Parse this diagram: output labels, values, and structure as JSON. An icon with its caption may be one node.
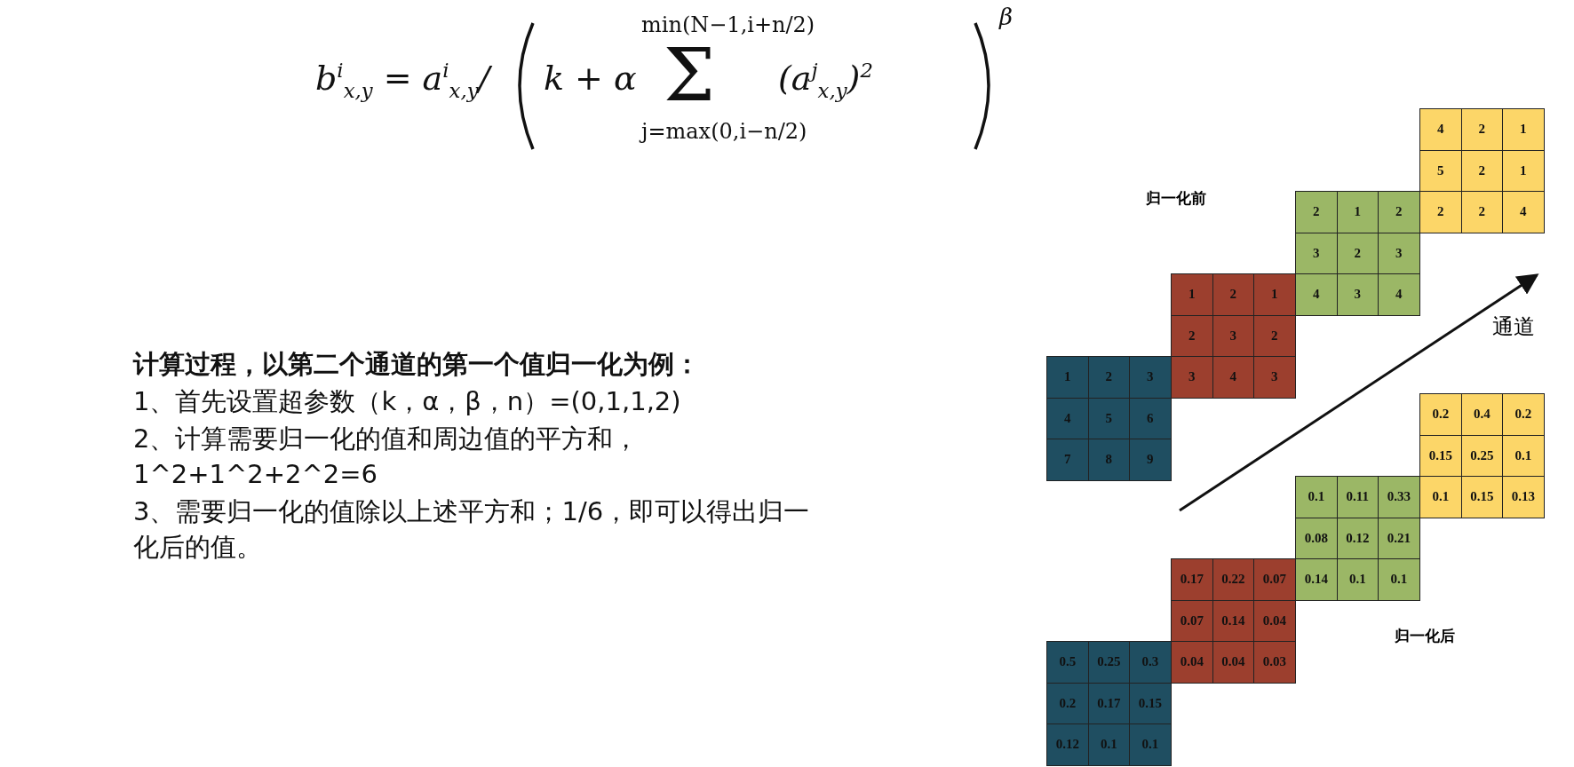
{
  "diagram": {
    "nodes": [
      {
        "text": [
          "1"
        ]
      },
      {
        "text": [
          "2"
        ]
      },
      {
        "text": [
          "3"
        ]
      },
      {
        "text": [
          "4"
        ]
      },
      {
        "text": [
          "5"
        ]
      },
      {
        "text": [
          "6"
        ]
      },
      {
        "text": [
          "7"
        ]
      },
      {
        "text": [
          "8"
        ]
      },
      {
        "text": [
          "9"
        ]
      },
      {
        "text": [
          "1"
        ]
      },
      {
        "text": [
          "2"
        ]
      },
      {
        "text": [
          "1"
        ]
      },
      {
        "text": [
          "2"
        ]
      },
      {
        "text": [
          "3"
        ]
      },
      {
        "text": [
          "2"
        ]
      },
      {
        "text": [
          "3"
        ]
      },
      {
        "text": [
          "4"
        ]
      },
      {
        "text": [
          "3"
        ]
      },
      {
        "text": [
          "2"
        ]
      },
      {
        "text": [
          "1"
        ]
      },
      {
        "text": [
          "2"
        ]
      },
      {
        "text": [
          "3"
        ]
      },
      {
        "text": [
          "2"
        ]
      },
      {
        "text": [
          "3"
        ]
      },
      {
        "text": [
          "4"
        ]
      },
      {
        "text": [
          "3"
        ]
      },
      {
        "text": [
          "4"
        ]
      },
      {
        "text": [
          "4"
        ]
      },
      {
        "text": [
          "2"
        ]
      },
      {
        "text": [
          "1"
        ]
      },
      {
        "text": [
          "5"
        ]
      },
      {
        "text": [
          "2"
        ]
      },
      {
        "text": [
          "1"
        ]
      },
      {
        "text": [
          "2"
        ]
      },
      {
        "text": [
          "2"
        ]
      },
      {
        "text": [
          "4"
        ]
      },
      {
        "text": [
          "0.5"
        ]
      },
      {
        "text": [
          "0.25"
        ]
      },
      {
        "text": [
          "0.3"
        ]
      },
      {
        "text": [
          "0.2"
        ]
      },
      {
        "text": [
          "0.17"
        ]
      },
      {
        "text": [
          "0.15"
        ]
      },
      {
        "text": [
          "0.12"
        ]
      },
      {
        "text": [
          "0.1"
        ]
      },
      {
        "text": [
          "0.1"
        ]
      },
      {
        "text": [
          "0.17"
        ]
      },
      {
        "text": [
          "0.22"
        ]
      },
      {
        "text": [
          "0.07"
        ]
      },
      {
        "text": [
          "0.07"
        ]
      },
      {
        "text": [
          "0.14"
        ]
      },
      {
        "text": [
          "0.04"
        ]
      },
      {
        "text": [
          "0.04"
        ]
      },
      {
        "text": [
          "0.04"
        ]
      },
      {
        "text": [
          "0.03"
        ]
      },
      {
        "text": [
          "0.1"
        ]
      },
      {
        "text": [
          "0.11"
        ]
      },
      {
        "text": [
          "0.33"
        ]
      },
      {
        "text": [
          "0.08"
        ]
      },
      {
        "text": [
          "0.12"
        ]
      },
      {
        "text": [
          "0.21"
        ]
      },
      {
        "text": [
          "0.14"
        ]
      },
      {
        "text": [
          "0.1"
        ]
      },
      {
        "text": [
          "0.1"
        ]
      },
      {
        "text": [
          "0.2"
        ]
      },
      {
        "text": [
          "0.4"
        ]
      },
      {
        "text": [
          "0.2"
        ]
      },
      {
        "text": [
          "0.15"
        ]
      },
      {
        "text": [
          "0.25"
        ]
      },
      {
        "text": [
          "0.1"
        ]
      },
      {
        "text": [
          "0.1"
        ]
      },
      {
        "text": [
          "0.15"
        ]
      },
      {
        "text": [
          "0.13"
        ]
      }
    ],
    "labels": [
      "b$^{i}$$_{x,y}$ = a$^{i}$$_{x,y}$/",
      "k + α",
      "min(N−1,i+n/2)",
      "Σ",
      "j=max(0,i−n/2)",
      "(a$^{j}$$_{x,y}$)$^{2}$",
      "β",
      "计算过程，以第二个通道的第一个值归一化为例：",
      "1、首先设置超参数（k，α，β，n）=(0,1,1,2)",
      "2、计算需要归一化的值和周边值的平方和，1^2+1^2+2^2=6",
      "3、需要归一化的值除以上述平方和；1/6，即可以得出归一化后的值。",
      "归一化前",
      "通道",
      "归一化后"
    ]
  }
}
